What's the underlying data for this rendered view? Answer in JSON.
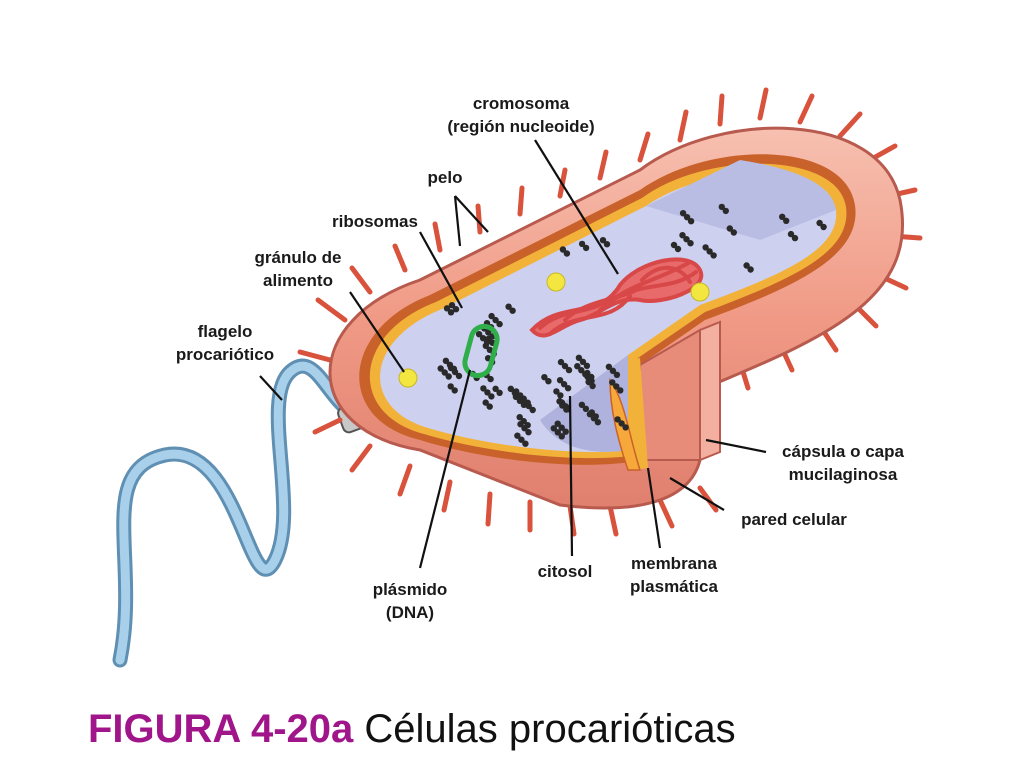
{
  "labels": {
    "cromosoma": {
      "line1": "cromosoma",
      "line2": "(región nucleoide)"
    },
    "pelo": "pelo",
    "ribosomas": "ribosomas",
    "granulo": {
      "line1": "gránulo de",
      "line2": "alimento"
    },
    "flagelo": {
      "line1": "flagelo",
      "line2": "procariótico"
    },
    "capsula": {
      "line1": "cápsula o capa",
      "line2": "mucilaginosa"
    },
    "pared": "pared celular",
    "membrana": {
      "line1": "membrana",
      "line2": "plasmática"
    },
    "citosol": "citosol",
    "plasmido": {
      "line1": "plásmido",
      "line2": "(DNA)"
    }
  },
  "caption": {
    "figure": "FIGURA 4-20a",
    "title": "Células procarióticas"
  },
  "colors": {
    "capsule": "#f0a090",
    "capsule_edge": "#c8645a",
    "pili": "#d8523c",
    "cell_wall": "#c9622a",
    "membrane": "#f2b23a",
    "cytosol": "#ccd0ee",
    "ribosome": "#2a2a2a",
    "chromosome": "#d84848",
    "plasmid": "#2fae4a",
    "granule": "#f4e640",
    "flagellum": "#9cc8e4",
    "caption_figure": "#a0168a"
  }
}
